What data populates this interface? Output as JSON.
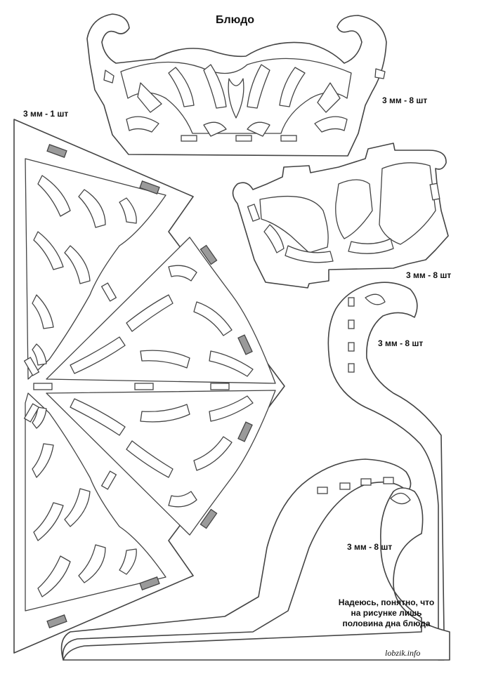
{
  "title": "Блюдо",
  "labels": {
    "base": "3 мм - 1 шт",
    "side_top": "3 мм - 8 шт",
    "side_right": "3 мм - 8 шт",
    "leg_upper": "3 мм - 8 шт",
    "leg_lower": "3 мм - 8 шт"
  },
  "note": {
    "line1": "Надеюсь, понятно, что",
    "line2": "на рисунке лишь",
    "line3": "половина дна блюда"
  },
  "site": "lobzik.info",
  "colors": {
    "line": "#444444",
    "slot_fill": "#9a9a9a",
    "background": "#ffffff"
  }
}
